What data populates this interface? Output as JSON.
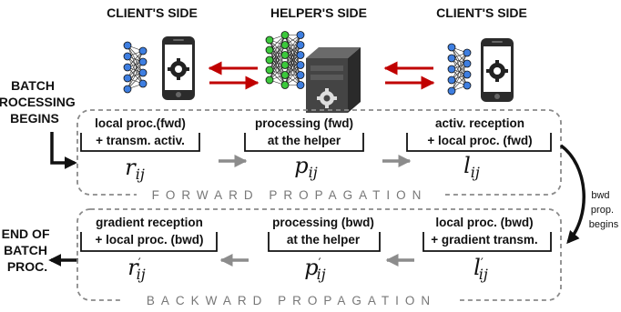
{
  "headers": {
    "client_left": "CLIENT'S SIDE",
    "helper": "HELPER'S SIDE",
    "client_right": "CLIENT'S SIDE"
  },
  "start_label": [
    "BATCH",
    "PROCESSING",
    "BEGINS"
  ],
  "end_label": [
    "END OF",
    "BATCH",
    "PROC."
  ],
  "forward": {
    "band_label": "FORWARD PROPAGATION",
    "stages": [
      {
        "lines": [
          "local proc.(fwd)",
          "+ transm. activ."
        ],
        "var": "r",
        "sub": "ij",
        "prime": false
      },
      {
        "lines": [
          "processing (fwd)",
          "at the helper"
        ],
        "var": "p",
        "sub": "ij",
        "prime": false
      },
      {
        "lines": [
          "activ. reception",
          "+ local proc. (fwd)"
        ],
        "var": "l",
        "sub": "ij",
        "prime": false
      }
    ]
  },
  "backward": {
    "band_label": "BACKWARD PROPAGATION",
    "stages": [
      {
        "lines": [
          "gradient reception",
          "+ local proc. (bwd)"
        ],
        "var": "r",
        "sub": "ij",
        "prime": true
      },
      {
        "lines": [
          "processing (bwd)",
          "at the helper"
        ],
        "var": "p",
        "sub": "ij",
        "prime": true
      },
      {
        "lines": [
          "local proc. (bwd)",
          "+ gradient transm."
        ],
        "var": "l",
        "sub": "ij",
        "prime": true
      }
    ]
  },
  "bwd_note": [
    "bwd",
    "prop.",
    "begins"
  ],
  "colors": {
    "red_arrow": "#c00000",
    "gray_arrow": "#8c8c8c",
    "dashed_border": "#8a8a8a",
    "node_green": "#3cc83c",
    "node_blue": "#3e7ee0",
    "server": "#3a3a3a"
  }
}
